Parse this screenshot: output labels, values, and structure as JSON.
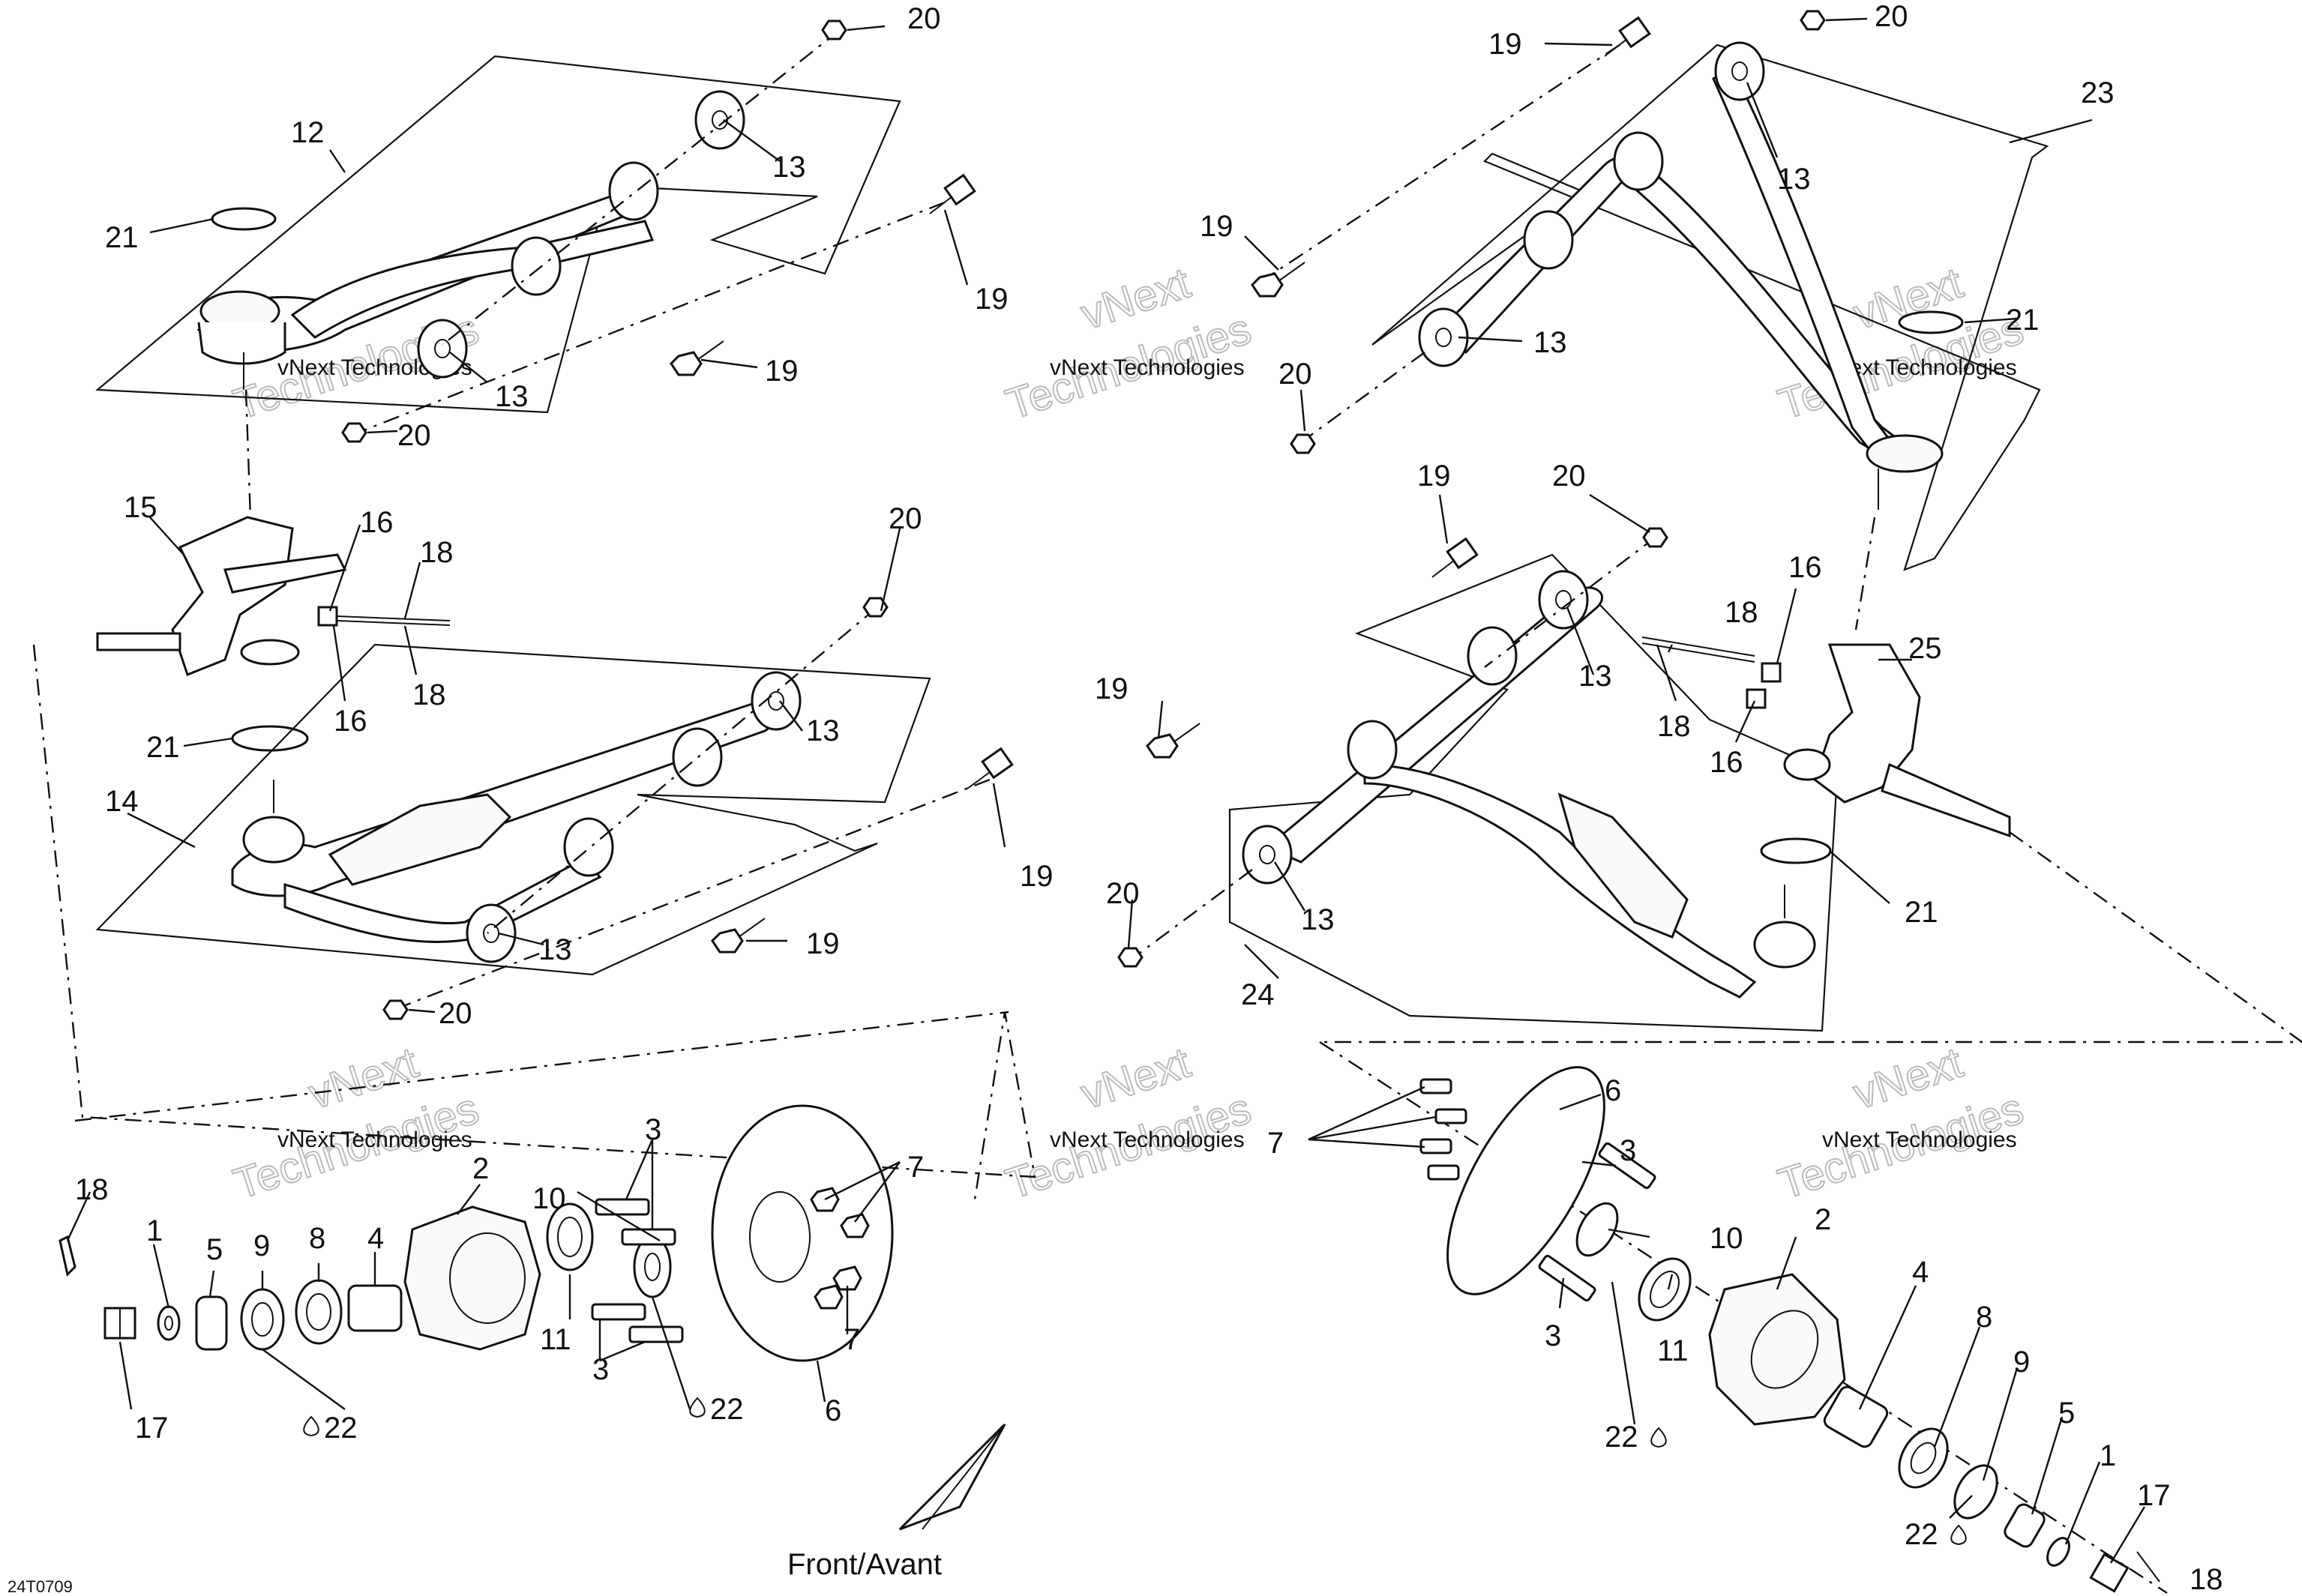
{
  "diagram": {
    "drawing_code": "24T0709",
    "front_label": "Front/Avant",
    "watermark": {
      "line1": "vNext",
      "line2": "Technologies",
      "small": "vNext Technologies"
    },
    "lubricant_symbol": "droplet-icon",
    "callouts": {
      "c1": "1",
      "c2": "2",
      "c3": "3",
      "c4": "4",
      "c5": "5",
      "c6": "6",
      "c7": "7",
      "c8": "8",
      "c9": "9",
      "c10": "10",
      "c11": "11",
      "c12": "12",
      "c13": "13",
      "c14": "14",
      "c15": "15",
      "c16": "16",
      "c17": "17",
      "c18": "18",
      "c19": "19",
      "c20": "20",
      "c21": "21",
      "c22": "22",
      "c23": "23",
      "c24": "24",
      "c25": "25"
    }
  }
}
